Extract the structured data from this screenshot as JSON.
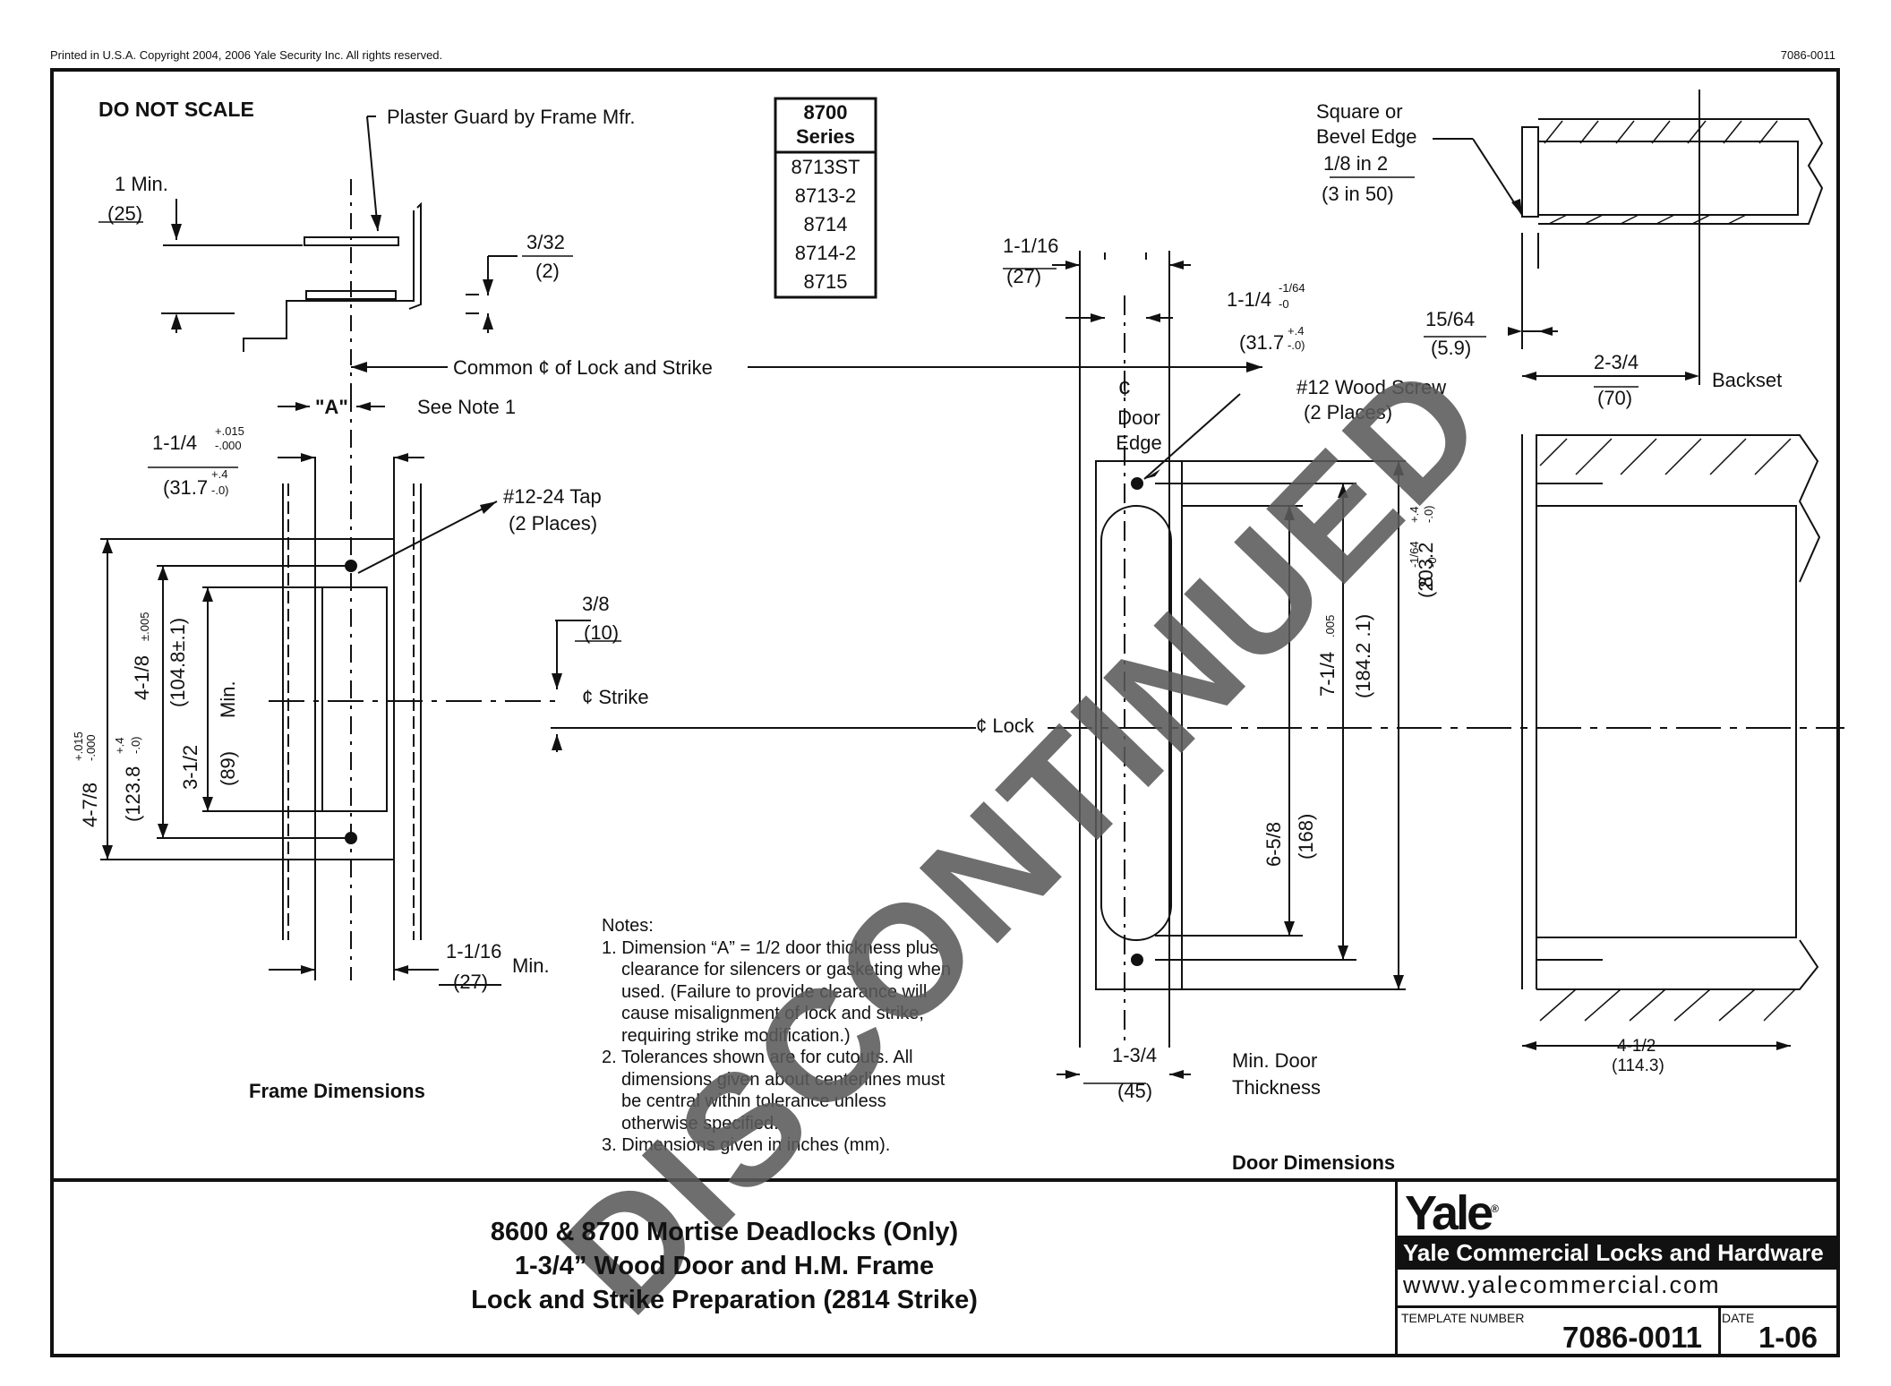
{
  "header": {
    "copyright": "Printed in U.S.A.    Copyright 2004, 2006 Yale Security Inc. All rights reserved.",
    "doc_number": "7086-0011"
  },
  "drawing": {
    "do_not_scale": "DO NOT SCALE",
    "plaster_guard": "Plaster Guard by Frame Mfr.",
    "series_table": {
      "title_line1": "8700",
      "title_line2": "Series",
      "rows": [
        "8713ST",
        "8713-2",
        "8714",
        "8714-2",
        "8715"
      ]
    },
    "min_1": "1  Min.",
    "min_1_mm": "(25)",
    "d_3_32": "3/32",
    "d_3_32_mm": "(2)",
    "common_cl": "Common ¢ of Lock and Strike",
    "dim_a": "\"A\"",
    "see_note_1": "See Note 1",
    "d_1_1_4": "1-1/4",
    "tol_015": "+.015",
    "tol_000": "-.000",
    "d_31_7": "(31.7",
    "tol_p4": "+.4",
    "tol_0": "-.0)",
    "tap": "#12-24 Tap",
    "tap_places": "(2 Places)",
    "d_4_7_8": "4-7/8",
    "d_123_8": "(123.8",
    "d_4_1_8": "4-1/8",
    "tol_005": "±.005",
    "d_104_8": "(104.8±.1)",
    "d_3_1_2": "3-1/2",
    "d_89": "(89)",
    "min_word": "Min.",
    "d_3_8": "3/8",
    "d_10": "(10)",
    "cl_strike": "¢ Strike",
    "cl_lock": "¢ Lock",
    "d_1_1_16": "1-1/16",
    "d_27": "(27)",
    "frame_dims": "Frame Dimensions",
    "d_1_1_4_b": "1-1/4",
    "tol_164": "-1/64",
    "tol_0b": "-0",
    "d_31_7b": "(31.7",
    "cl_door_edge_1": "Door",
    "cl_door_edge_2": "Edge",
    "cl_symbol": "¢",
    "wood_screw": "#12 Wood Screw",
    "wood_screw_places": "(2 Places)",
    "square_bevel_1": "Square or",
    "square_bevel_2": "Bevel Edge",
    "bevel_ratio": "1/8 in 2",
    "bevel_ratio_mm": "(3 in 50)",
    "d_15_64": "15/64",
    "d_5_9": "(5.9)",
    "d_2_3_4": "2-3/4",
    "d_70": "(70)",
    "backset": "Backset",
    "d_8": "8",
    "tol_8": "-1/64",
    "d_203_2": "(203.2",
    "d_7_1_4": "7-1/4",
    "tol_7": ".005",
    "d_184_2": "(184.2  .1)",
    "d_6_5_8": "6-5/8",
    "d_168": "(168)",
    "d_1_3_4": "1-3/4",
    "d_45": "(45)",
    "min_door_1": "Min. Door",
    "min_door_2": "Thickness",
    "d_4_1_2": "4-1/2",
    "d_114_3": "(114.3)",
    "door_dims": "Door Dimensions"
  },
  "notes": {
    "heading": "Notes:",
    "n1_a": "1. Dimension “A” = 1/2 door thickness plus",
    "n1_b": "clearance for silencers or gasketing when",
    "n1_c": "used. (Failure to provide clearance will",
    "n1_d": "cause misalignment of lock and strike,",
    "n1_e": "requiring strike modification.)",
    "n2_a": "2. Tolerances shown are for cutouts. All",
    "n2_b": "dimensions given about centerlines must",
    "n2_c": "be central within tolerance unless",
    "n2_d": "otherwise specified.",
    "n3": "3. Dimensions given in inches (mm)."
  },
  "watermark": "DISCONTINUED",
  "title_block": {
    "line1": "8600 & 8700 Mortise Deadlocks (Only)",
    "line2": "1-3/4” Wood Door and H.M. Frame",
    "line3": "Lock and Strike Preparation (2814 Strike)"
  },
  "brand": {
    "logo": "Yale",
    "logo_mark": "®",
    "company": "Yale Commercial Locks and Hardware",
    "website": "www.yalecommercial.com",
    "template_label": "TEMPLATE NUMBER",
    "template_number": "7086-0011",
    "date_label": "DATE",
    "date": "1-06"
  }
}
